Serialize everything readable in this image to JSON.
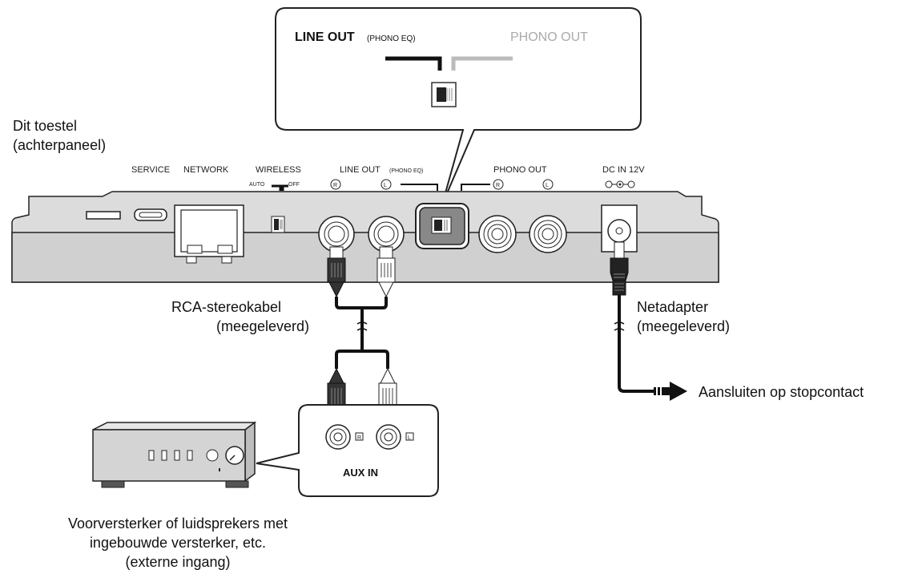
{
  "zoom_box": {
    "line_out": "LINE OUT",
    "phono_eq": "(PHONO EQ)",
    "phono_out": "PHONO OUT"
  },
  "device_label": [
    "Dit toestel",
    "(achterpaneel)"
  ],
  "panel": {
    "service": "SERVICE",
    "network": "NETWORK",
    "wireless": "WIRELESS",
    "auto": "AUTO",
    "off": "OFF",
    "line_out": "LINE OUT",
    "phono_eq": "(PHONO EQ)",
    "phono_out": "PHONO OUT",
    "dc_in": "DC IN 12V",
    "r": "R",
    "l": "L"
  },
  "rca_cable": [
    "RCA-stereokabel",
    "(meegeleverd)"
  ],
  "adapter": [
    "Netadapter",
    "(meegeleverd)"
  ],
  "outlet": "Aansluiten op stopcontact",
  "aux_in": "AUX IN",
  "amp_label": [
    "Voorversterker of luidsprekers met",
    "ingebouwde versterker, etc.",
    "(externe ingang)"
  ]
}
